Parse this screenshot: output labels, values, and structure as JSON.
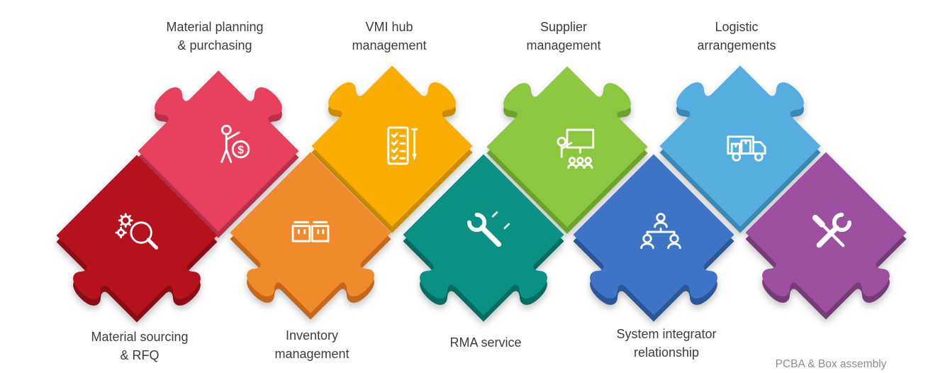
{
  "figure": {
    "background": "#ffffff",
    "text_color": "#3c3c3b",
    "muted_text_color": "#8d8d8d"
  },
  "pieces": [
    {
      "name": "material-sourcing-rfq",
      "label": "Material sourcing\n& RFQ",
      "position": "bottom",
      "color": "#b5121d",
      "shade": "#8a0d16",
      "icon": "gears-magnifier-icon"
    },
    {
      "name": "material-planning-purchasing",
      "label": "Material planning\n& purchasing",
      "position": "top",
      "color": "#e8415e",
      "shade": "#b93049",
      "icon": "person-dollar-icon"
    },
    {
      "name": "inventory-management",
      "label": "Inventory\nmanagement",
      "position": "bottom",
      "color": "#f18a2b",
      "shade": "#c3681a",
      "icon": "boxes-icon"
    },
    {
      "name": "vmi-hub-management",
      "label": "VMI hub\nmanagement",
      "position": "top",
      "color": "#f9ad00",
      "shade": "#cc8b00",
      "icon": "checklist-pen-icon"
    },
    {
      "name": "rma-service",
      "label": "RMA service",
      "position": "bottom",
      "color": "#0a9184",
      "shade": "#046c61",
      "icon": "wrench-icon"
    },
    {
      "name": "supplier-management",
      "label": "Supplier\nmanagement",
      "position": "top",
      "color": "#8dc63f",
      "shade": "#6da32c",
      "icon": "presentation-icon"
    },
    {
      "name": "system-integrator-relationship",
      "label": "System integrator\nrelationship",
      "position": "bottom",
      "color": "#3d74c5",
      "shade": "#2b5697",
      "icon": "people-network-icon"
    },
    {
      "name": "logistic-arrangements",
      "label": "Logistic\narrangements",
      "position": "top",
      "color": "#55ade0",
      "shade": "#3a88b5",
      "icon": "truck-icon"
    },
    {
      "name": "pcba-box-assembly",
      "label": "PCBA & Box assembly",
      "position": "bottom",
      "color": "#9c509f",
      "shade": "#753c78",
      "icon": "crossed-tools-icon"
    }
  ]
}
